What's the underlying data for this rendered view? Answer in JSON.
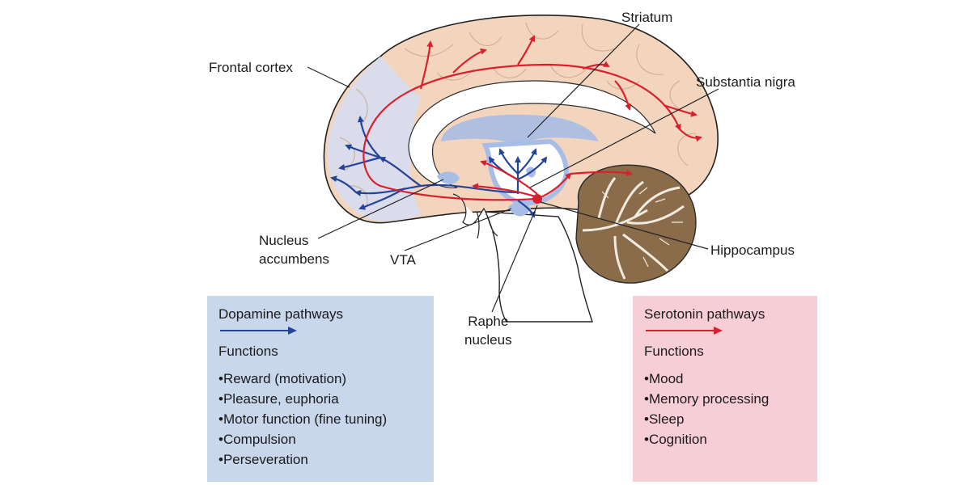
{
  "labels": {
    "frontal_cortex": "Frontal cortex",
    "striatum": "Striatum",
    "substantia_nigra": "Substantia nigra",
    "nucleus_accumbens_line1": "Nucleus",
    "nucleus_accumbens_line2": "accumbens",
    "vta": "VTA",
    "raphe_line1": "Raphe",
    "raphe_line2": "nucleus",
    "hippocampus": "Hippocampus"
  },
  "dopamine_panel": {
    "title": "Dopamine pathways",
    "functions_heading": "Functions",
    "items": [
      "•Reward (motivation)",
      "•Pleasure, euphoria",
      "•Motor function (fine tuning)",
      "•Compulsion",
      "•Perseveration"
    ],
    "color": "#c9d7ec",
    "arrow_color": "#24449a"
  },
  "serotonin_panel": {
    "title": "Serotonin pathways",
    "functions_heading": "Functions",
    "items": [
      "•Mood",
      "•Memory processing",
      "•Sleep",
      "•Cognition"
    ],
    "color": "#f7ced6",
    "arrow_color": "#d8212f"
  },
  "colors": {
    "cortex": "#f3d5bd",
    "frontal_region": "#d8dcee",
    "cerebellum": "#8a6c4a",
    "dopamine": "#24449a",
    "serotonin": "#d8212f",
    "nuclei": "#a7bde6"
  }
}
